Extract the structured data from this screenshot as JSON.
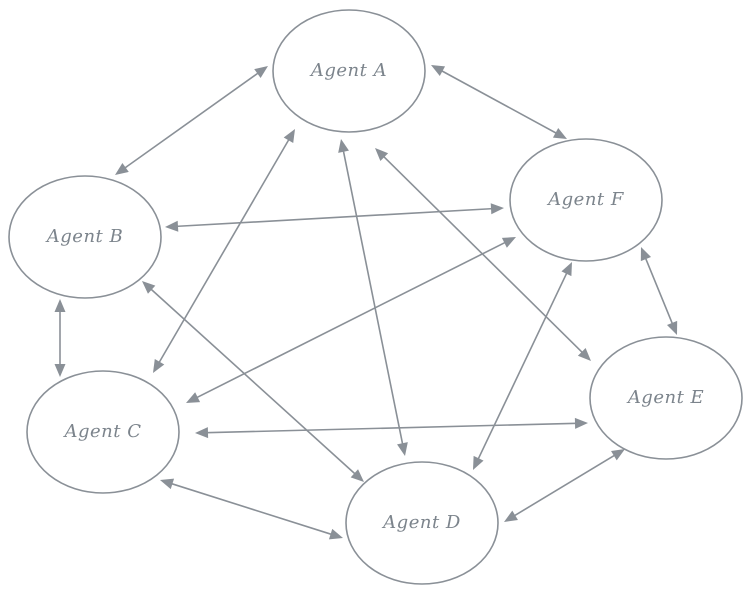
{
  "diagram": {
    "nodes": [
      {
        "id": "A",
        "label": "Agent A"
      },
      {
        "id": "B",
        "label": "Agent B"
      },
      {
        "id": "C",
        "label": "Agent C"
      },
      {
        "id": "D",
        "label": "Agent D"
      },
      {
        "id": "E",
        "label": "Agent E"
      },
      {
        "id": "F",
        "label": "Agent F"
      }
    ],
    "edges": [
      {
        "from": "A",
        "to": "B",
        "direction": "both"
      },
      {
        "from": "A",
        "to": "F",
        "direction": "both"
      },
      {
        "from": "A",
        "to": "C",
        "direction": "both"
      },
      {
        "from": "A",
        "to": "D",
        "direction": "both"
      },
      {
        "from": "A",
        "to": "E",
        "direction": "both"
      },
      {
        "from": "B",
        "to": "F",
        "direction": "both"
      },
      {
        "from": "B",
        "to": "C",
        "direction": "both"
      },
      {
        "from": "B",
        "to": "D",
        "direction": "both"
      },
      {
        "from": "F",
        "to": "C",
        "direction": "both"
      },
      {
        "from": "F",
        "to": "D",
        "direction": "both"
      },
      {
        "from": "F",
        "to": "E",
        "direction": "both"
      },
      {
        "from": "C",
        "to": "E",
        "direction": "both"
      },
      {
        "from": "C",
        "to": "D",
        "direction": "both"
      },
      {
        "from": "E",
        "to": "D",
        "direction": "both"
      }
    ],
    "colors": {
      "stroke": "#8a9097",
      "text": "#7c848c"
    }
  }
}
